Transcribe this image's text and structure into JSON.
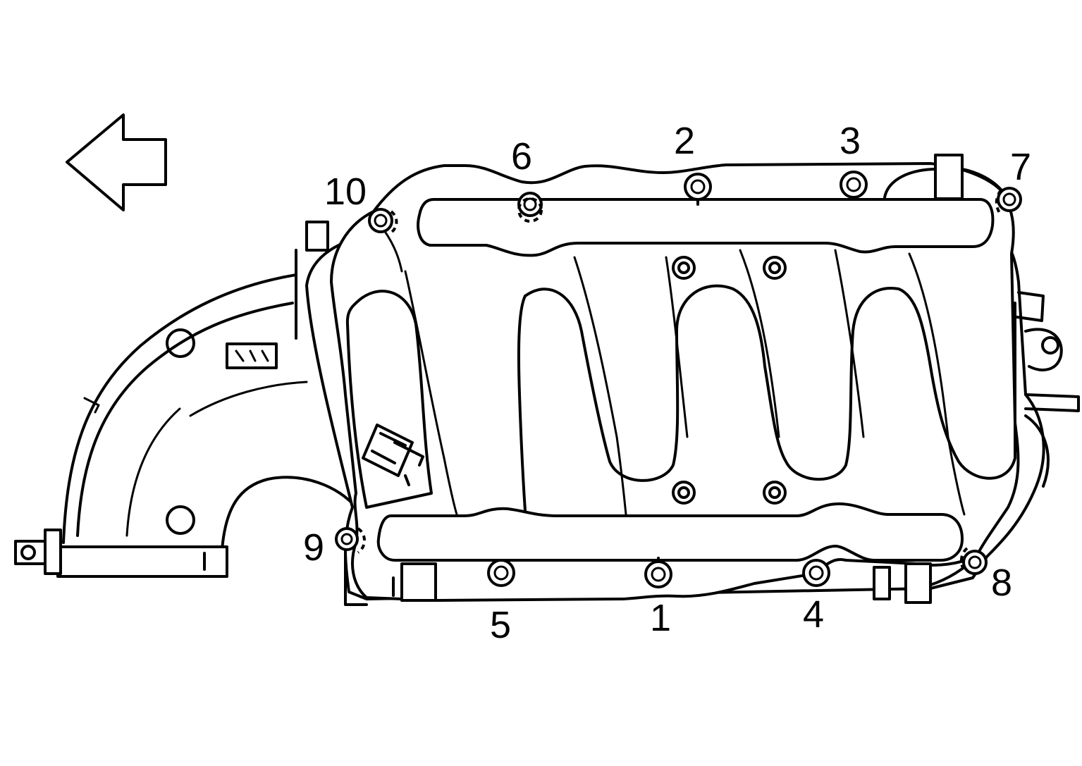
{
  "diagram": {
    "bolts": [
      {
        "label": "1"
      },
      {
        "label": "2"
      },
      {
        "label": "3"
      },
      {
        "label": "4"
      },
      {
        "label": "5"
      },
      {
        "label": "6"
      },
      {
        "label": "7"
      },
      {
        "label": "8"
      },
      {
        "label": "9"
      },
      {
        "label": "10"
      }
    ],
    "direction_arrow_icon": "arrow-left-icon",
    "colors": {
      "line": "#000000",
      "background": "#ffffff"
    }
  }
}
